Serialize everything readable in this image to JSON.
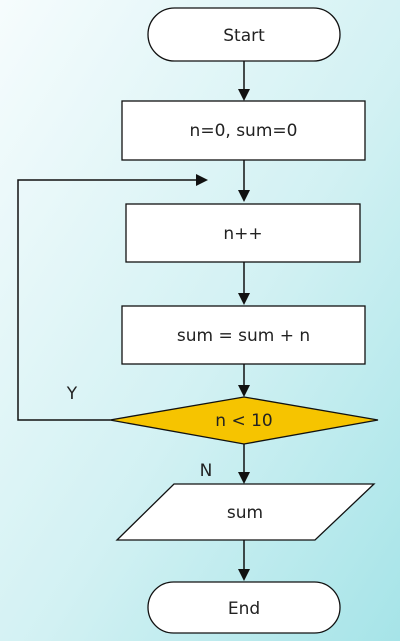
{
  "colors": {
    "background_top": "#f4fbfc",
    "background_bottom": "#a9e6ea",
    "shape_fill": "#ffffff",
    "decision_fill": "#f6c400",
    "stroke": "#111111",
    "text": "#222222"
  },
  "flowchart": {
    "start_label": "Start",
    "init_label": "n=0, sum=0",
    "increment_label": "n++",
    "accumulate_label": "sum = sum + n",
    "decision_label": "n < 10",
    "yes_label": "Y",
    "no_label": "N",
    "output_label": "sum",
    "end_label": "End"
  }
}
